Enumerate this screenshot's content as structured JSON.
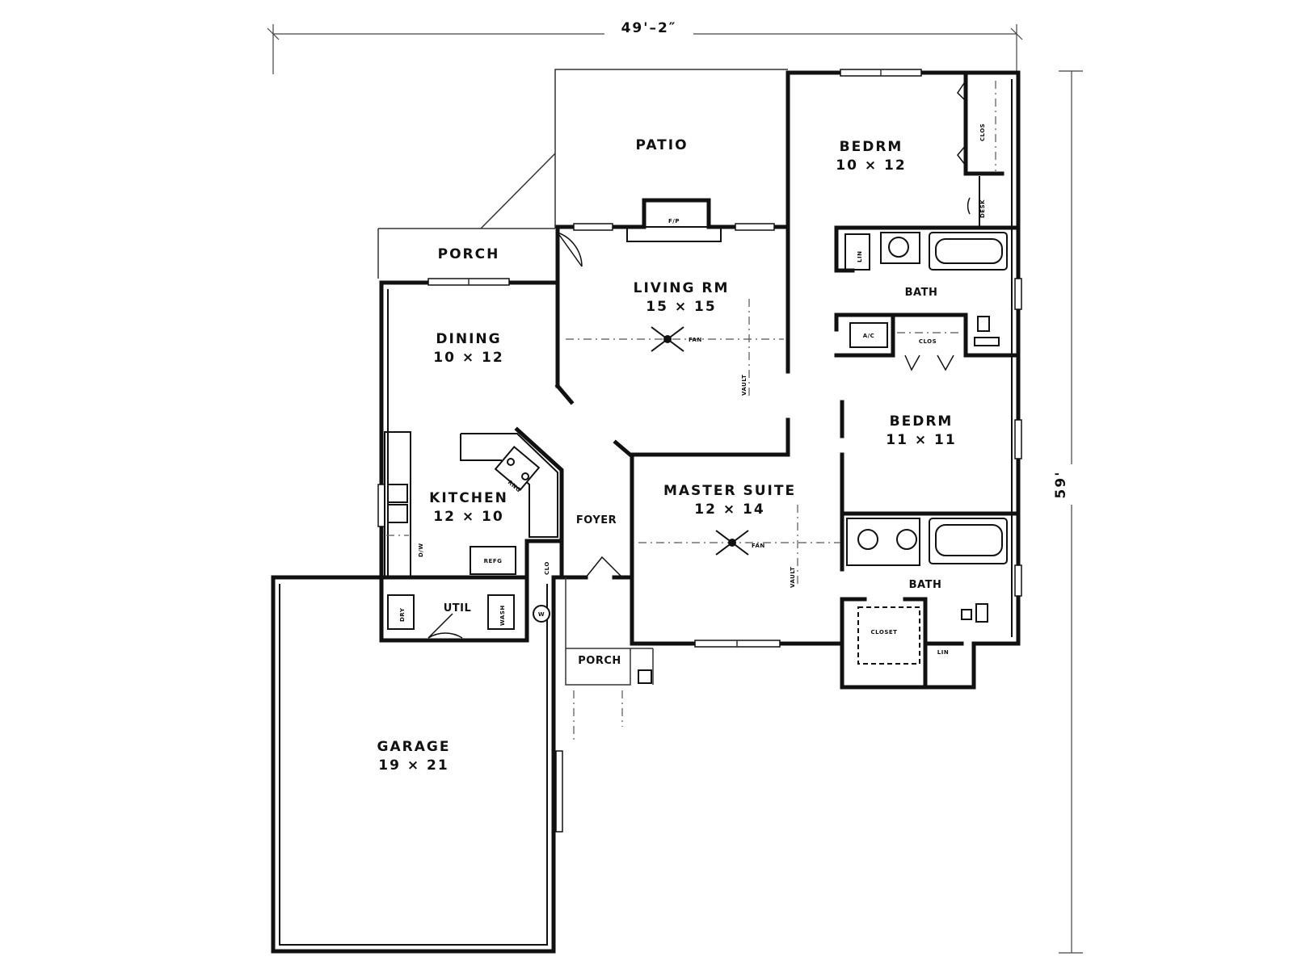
{
  "dimensions": {
    "width": "49'–2″",
    "depth": "59'"
  },
  "rooms": {
    "patio": "PATIO",
    "porch_rear": "PORCH",
    "living": {
      "name": "LIVING RM",
      "size": "15 × 15"
    },
    "dining": {
      "name": "DINING",
      "size": "10 × 12"
    },
    "kitchen": {
      "name": "KITCHEN",
      "size": "12 × 10"
    },
    "foyer": "FOYER",
    "util": "UTIL",
    "porch_front": "PORCH",
    "garage": {
      "name": "GARAGE",
      "size": "19 × 21"
    },
    "master": {
      "name": "MASTER SUITE",
      "size": "12 × 14"
    },
    "bedroom1": {
      "name": "BEDRM",
      "size": "10 × 12"
    },
    "bedroom2": {
      "name": "BEDRM",
      "size": "11 × 11"
    },
    "bath1": "BATH",
    "bath2": "BATH"
  },
  "fixtures": {
    "fireplace": "F/P",
    "fan_living": "FAN",
    "fan_master": "FAN",
    "vault_living": "VAULT",
    "vault_master": "VAULT",
    "ac": "A/C",
    "hall_closet": "CLOS",
    "closet_bed1": "CLOS",
    "desk": "DESK",
    "linen_bath1": "LIN",
    "linen_master": "LIN",
    "master_closet": "CLOSET",
    "refrigerator": "REFG",
    "range": "RNG",
    "dishwasher": "D/W",
    "dryer": "DRY",
    "washer": "WASH",
    "water_heater": "W",
    "foyer_closet": "CLO"
  }
}
